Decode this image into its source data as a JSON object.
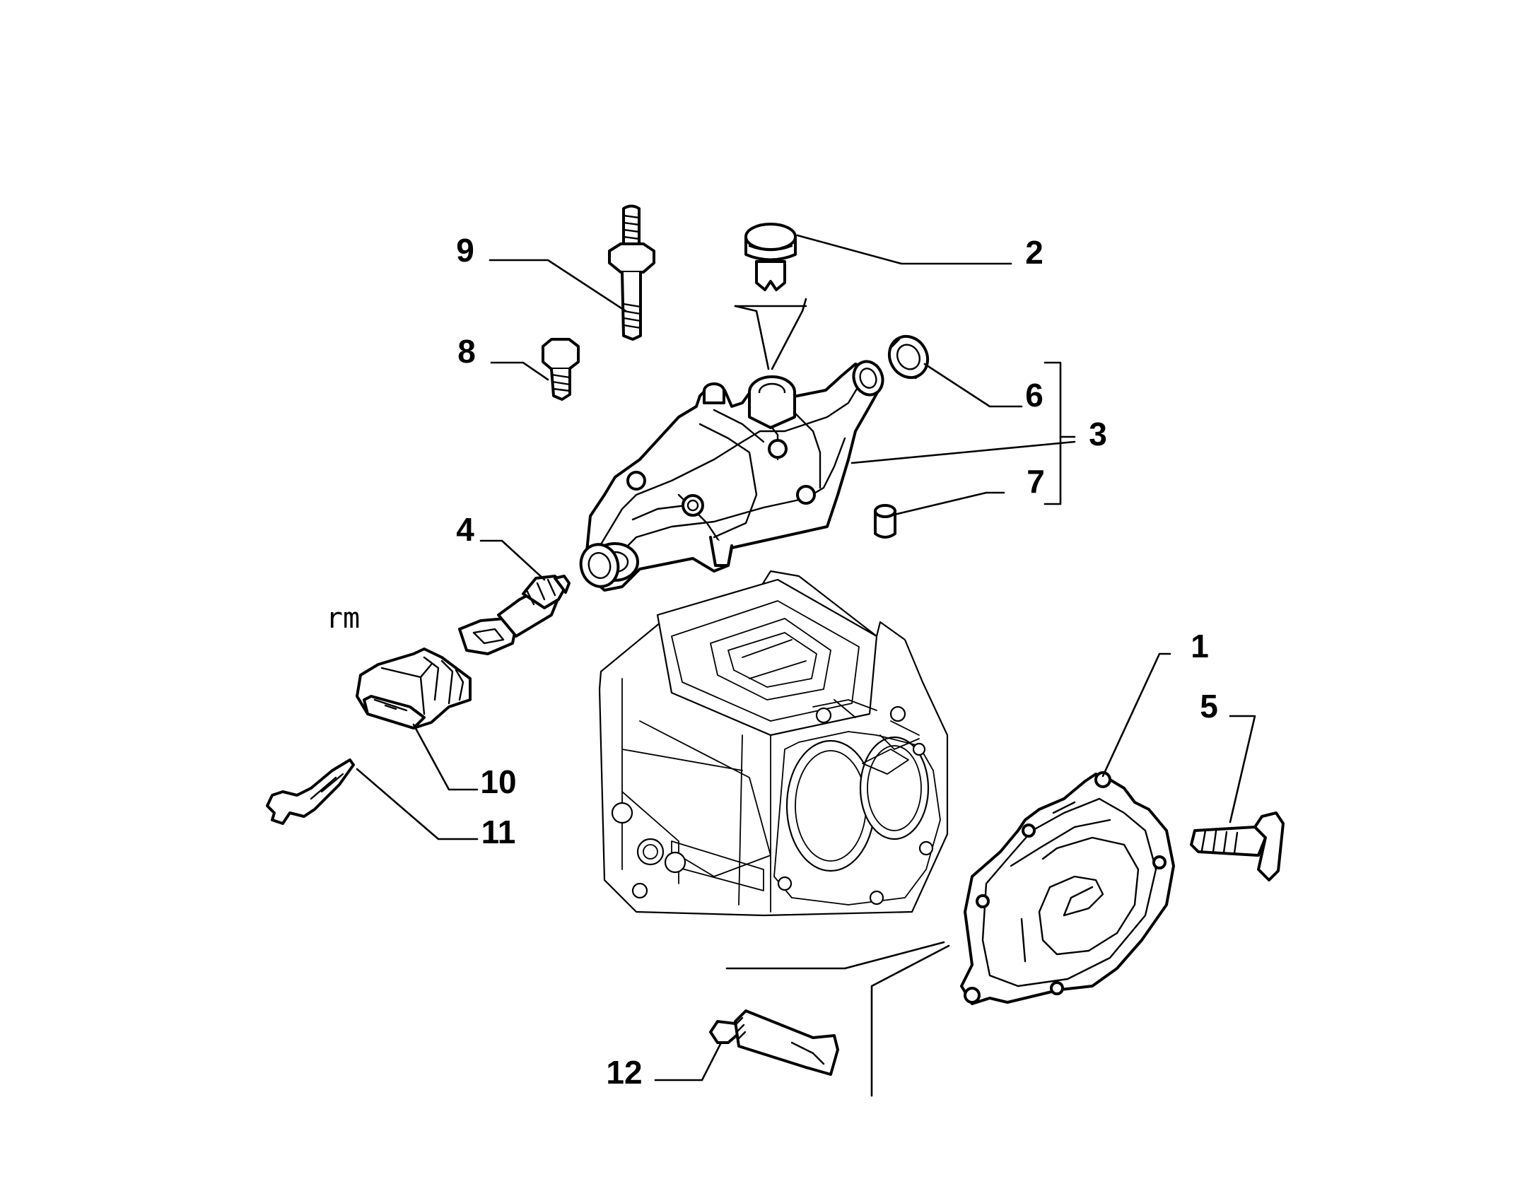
{
  "callouts": {
    "c1": "1",
    "c2": "2",
    "c3": "3",
    "c4": "4",
    "c5": "5",
    "c6": "6",
    "c7": "7",
    "c8": "8",
    "c9": "9",
    "c10": "10",
    "c11": "11",
    "c12": "12"
  },
  "side_note": "rm"
}
